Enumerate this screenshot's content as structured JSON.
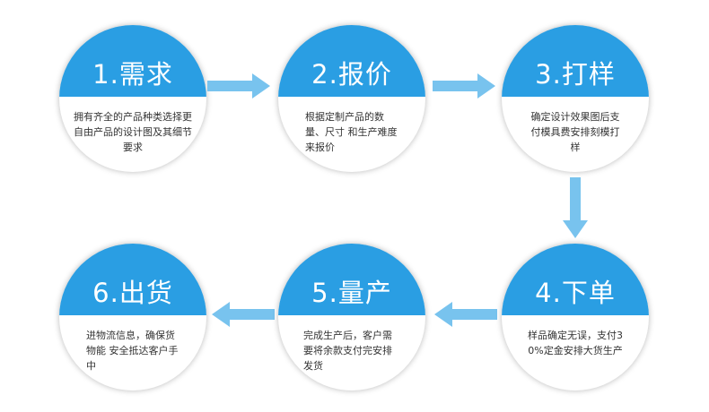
{
  "steps": [
    {
      "title": "1.需求",
      "desc": "拥有齐全的产品种类选择更自由产品的设计图及其细节要求"
    },
    {
      "title": "2.报价",
      "desc": "根据定制产品的数量、尺寸 和生产难度来报价"
    },
    {
      "title": "3.打样",
      "desc": "确定设计效果图后支付模具费安排刻模打样"
    },
    {
      "title": "4.下单",
      "desc": "样品确定无误，支付30%定金安排大货生产"
    },
    {
      "title": "5.量产",
      "desc": "完成生产后，客户需要将余款支付完安排发货"
    },
    {
      "title": "6.出货",
      "desc": "进物流信息，确保货物能 安全抵达客户手中"
    }
  ],
  "colors": {
    "circle_top": "#2a9ee3",
    "arrow": "#78c3ee",
    "text": "#333333"
  }
}
